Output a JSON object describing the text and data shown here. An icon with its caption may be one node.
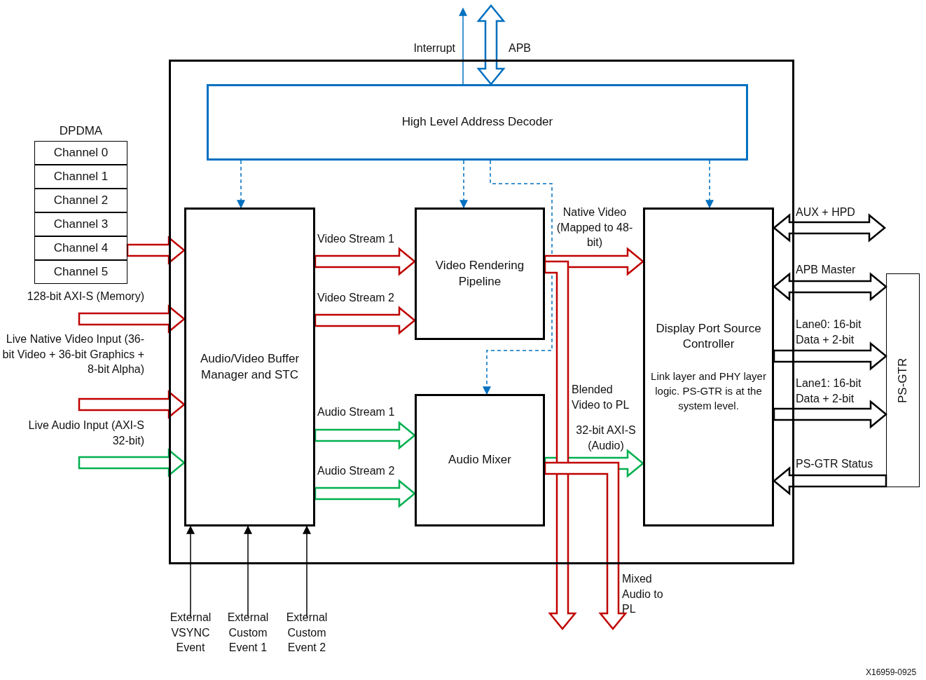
{
  "diagram": {
    "nodes": [
      {
        "text": [],
        "shape": "box"
      },
      {
        "text": [
          "DPDMA"
        ]
      },
      {
        "text": [
          "Channel 0"
        ],
        "in": 1
      },
      {
        "text": [
          "Channel 1"
        ],
        "in": 1
      },
      {
        "text": [
          "Channel 2"
        ],
        "in": 1
      },
      {
        "text": [
          "Channel 3"
        ],
        "in": 1
      },
      {
        "text": [
          "Channel 4"
        ],
        "in": 1
      },
      {
        "text": [
          "Channel 5"
        ],
        "in": 1
      },
      {
        "text": [
          "High Level Address Decoder"
        ],
        "in": 0
      },
      {
        "text": [
          "Audio/Video Buffer Manager and STC"
        ],
        "in": 0
      },
      {
        "text": [
          "Video Rendering Pipeline"
        ],
        "in": 0
      },
      {
        "text": [
          "Audio Mixer"
        ],
        "in": 0
      },
      {
        "text": [
          "Display Port Source Controller",
          "Link layer and PHY layer logic. PS-GTR is at the system level."
        ],
        "in": 0
      },
      {
        "text": [
          "PS-GTR"
        ]
      }
    ],
    "edges": [
      {
        "from": 8,
        "to": null,
        "arrow": "to",
        "label": "Interrupt",
        "color": "#0070c0"
      },
      {
        "from": null,
        "to": 8,
        "arrow": "both",
        "label": "APB",
        "style": "thick",
        "color": "#0070c0"
      },
      {
        "from": 1,
        "to": 9,
        "arrow": "to",
        "style": "thick",
        "color": "#c00000"
      },
      {
        "from": null,
        "to": 9,
        "arrow": "to",
        "label": "128-bit AXI-S (Memory)",
        "style": "thick",
        "color": "#c00000"
      },
      {
        "from": null,
        "to": 9,
        "arrow": "to",
        "label": "Live Native Video Input (36-bit Video + 36-bit Graphics + 8-bit Alpha)",
        "style": "thick",
        "color": "#c00000"
      },
      {
        "from": null,
        "to": 9,
        "arrow": "to",
        "label": "Live Audio Input (AXI-S 32-bit)",
        "style": "thick",
        "color": "#00b050"
      },
      {
        "from": 8,
        "to": 9,
        "arrow": "to",
        "style": "dashed",
        "color": "#0070c0"
      },
      {
        "from": 8,
        "to": 10,
        "arrow": "to",
        "style": "dashed",
        "color": "#0070c0"
      },
      {
        "from": 8,
        "to": 11,
        "arrow": "to",
        "style": "dashed",
        "color": "#0070c0"
      },
      {
        "from": 8,
        "to": 12,
        "arrow": "to",
        "style": "dashed",
        "color": "#0070c0"
      },
      {
        "from": 9,
        "to": 10,
        "arrow": "to",
        "label": "Video Stream 1",
        "style": "thick",
        "color": "#c00000"
      },
      {
        "from": 9,
        "to": 10,
        "arrow": "to",
        "label": "Video Stream 2",
        "style": "thick",
        "color": "#c00000"
      },
      {
        "from": 9,
        "to": 11,
        "arrow": "to",
        "label": "Audio Stream 1",
        "style": "thick",
        "color": "#00b050"
      },
      {
        "from": 9,
        "to": 11,
        "arrow": "to",
        "label": "Audio Stream 2",
        "style": "thick",
        "color": "#00b050"
      },
      {
        "from": 10,
        "to": 12,
        "arrow": "to",
        "label": "Native Video (Mapped to 48-bit)",
        "style": "thick",
        "color": "#c00000"
      },
      {
        "from": 11,
        "to": 12,
        "arrow": "to",
        "label": "32-bit AXI-S (Audio)",
        "style": "thick",
        "color": "#00b050"
      },
      {
        "from": 10,
        "to": null,
        "arrow": "to",
        "label": "Blended Video to PL",
        "style": "thick",
        "color": "#c00000"
      },
      {
        "from": 11,
        "to": null,
        "arrow": "to",
        "label": "Mixed Audio to PL",
        "style": "thick",
        "color": "#c00000"
      },
      {
        "from": 12,
        "to": null,
        "arrow": "both",
        "label": "AUX + HPD",
        "style": "thick",
        "color": "#000000"
      },
      {
        "from": 12,
        "to": 13,
        "arrow": "both",
        "label": "APB Master",
        "style": "thick",
        "color": "#000000"
      },
      {
        "from": 12,
        "to": 13,
        "arrow": "to",
        "label": "Lane0: 16-bit Data + 2-bit",
        "style": "thick",
        "color": "#000000"
      },
      {
        "from": 12,
        "to": 13,
        "arrow": "to",
        "label": "Lane1: 16-bit Data + 2-bit",
        "style": "thick",
        "color": "#000000"
      },
      {
        "from": 13,
        "to": 12,
        "arrow": "to",
        "label": "PS-GTR Status",
        "style": "thick",
        "color": "#000000"
      },
      {
        "from": null,
        "to": 9,
        "arrow": "to",
        "label": "External VSYNC Event",
        "color": "#000000"
      },
      {
        "from": null,
        "to": 9,
        "arrow": "to",
        "label": "External Custom Event 1",
        "color": "#000000"
      },
      {
        "from": null,
        "to": 9,
        "arrow": "to",
        "label": "External Custom Event 2",
        "color": "#000000"
      }
    ],
    "labels": [
      "X16959-0925"
    ]
  }
}
